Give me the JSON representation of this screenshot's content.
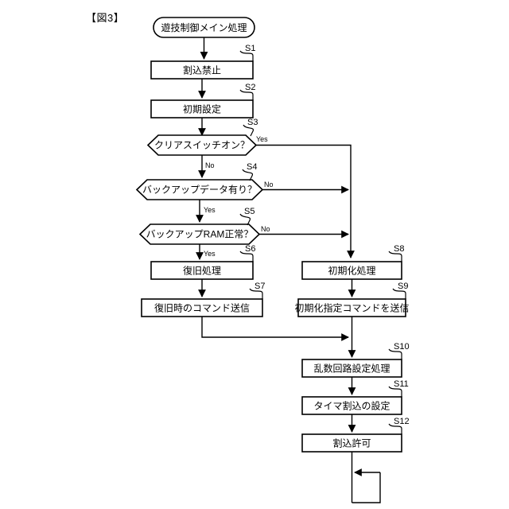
{
  "figure": {
    "title": "【図3】",
    "caption_present": true
  },
  "flow": {
    "start_node": {
      "id": "start",
      "shape": "stadium",
      "label": "遊技制御メイン処理"
    },
    "nodes": [
      {
        "id": "S1",
        "step": "S1",
        "shape": "process",
        "label": "割込禁止"
      },
      {
        "id": "S2",
        "step": "S2",
        "shape": "process",
        "label": "初期設定"
      },
      {
        "id": "S3",
        "step": "S3",
        "shape": "decision",
        "label": "クリアスイッチオン？"
      },
      {
        "id": "S4",
        "step": "S4",
        "shape": "decision",
        "label": "バックアップデータ有り？"
      },
      {
        "id": "S5",
        "step": "S5",
        "shape": "decision",
        "label": "バックアップRAM正常？"
      },
      {
        "id": "S6",
        "step": "S6",
        "shape": "process",
        "label": "復旧処理"
      },
      {
        "id": "S7",
        "step": "S7",
        "shape": "process",
        "label": "復旧時のコマンド送信"
      },
      {
        "id": "S8",
        "step": "S8",
        "shape": "process",
        "label": "初期化処理"
      },
      {
        "id": "S9",
        "step": "S9",
        "shape": "process",
        "label": "初期化指定コマンドを送信"
      },
      {
        "id": "S10",
        "step": "S10",
        "shape": "process",
        "label": "乱数回路設定処理"
      },
      {
        "id": "S11",
        "step": "S11",
        "shape": "process",
        "label": "タイマ割込の設定"
      },
      {
        "id": "S12",
        "step": "S12",
        "shape": "process",
        "label": "割込許可"
      }
    ],
    "branch_labels": {
      "s3_yes": "Yes",
      "s3_no": "No",
      "s4_no": "No",
      "s4_yes": "Yes",
      "s5_no": "No",
      "s5_yes": "Yes"
    },
    "colors": {
      "stroke": "#000000",
      "fill": "#ffffff",
      "background": "#ffffff"
    }
  }
}
